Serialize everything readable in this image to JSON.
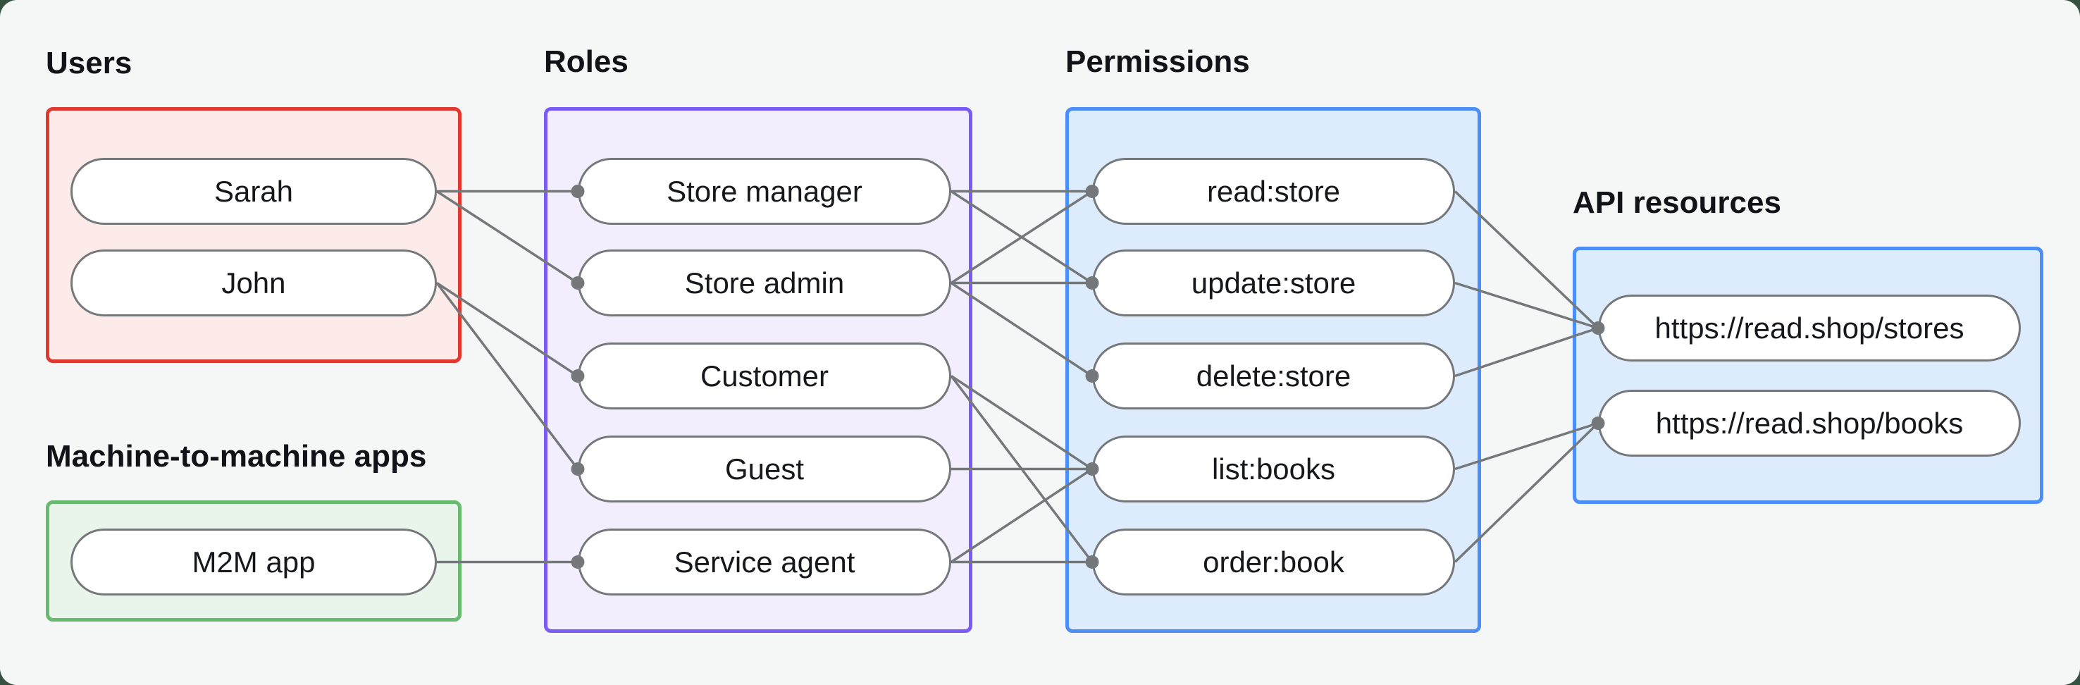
{
  "diagram": {
    "background": "#f5f7f6",
    "page_background": "#355241",
    "edge_color": "#75787b",
    "node_style": {
      "fill": "#ffffff",
      "border": "#75787b",
      "text_color": "#16181c"
    },
    "groups": [
      {
        "id": "users",
        "title": "Users",
        "border": "#e0392f",
        "fill": "#fcebe8"
      },
      {
        "id": "m2m",
        "title": "Machine-to-machine apps",
        "border": "#68ba6e",
        "fill": "#e9f5ea"
      },
      {
        "id": "roles",
        "title": "Roles",
        "border": "#7b5bf5",
        "fill": "#f3eefd"
      },
      {
        "id": "permissions",
        "title": "Permissions",
        "border": "#4b8ef7",
        "fill": "#ddecfd"
      },
      {
        "id": "resources",
        "title": "API resources",
        "border": "#4b8ef7",
        "fill": "#ddecfd"
      }
    ],
    "nodes": [
      {
        "id": "sarah",
        "group": "users",
        "label": "Sarah"
      },
      {
        "id": "john",
        "group": "users",
        "label": "John"
      },
      {
        "id": "m2m_app",
        "group": "m2m",
        "label": "M2M app"
      },
      {
        "id": "store_manager",
        "group": "roles",
        "label": "Store manager"
      },
      {
        "id": "store_admin",
        "group": "roles",
        "label": "Store admin"
      },
      {
        "id": "customer",
        "group": "roles",
        "label": "Customer"
      },
      {
        "id": "guest",
        "group": "roles",
        "label": "Guest"
      },
      {
        "id": "service_agent",
        "group": "roles",
        "label": "Service agent"
      },
      {
        "id": "read_store",
        "group": "permissions",
        "label": "read:store"
      },
      {
        "id": "update_store",
        "group": "permissions",
        "label": "update:store"
      },
      {
        "id": "delete_store",
        "group": "permissions",
        "label": "delete:store"
      },
      {
        "id": "list_books",
        "group": "permissions",
        "label": "list:books"
      },
      {
        "id": "order_book",
        "group": "permissions",
        "label": "order:book"
      },
      {
        "id": "stores_api",
        "group": "resources",
        "label": "https://read.shop/stores"
      },
      {
        "id": "books_api",
        "group": "resources",
        "label": "https://read.shop/books"
      }
    ],
    "edges": [
      {
        "from": "sarah",
        "to": "store_manager"
      },
      {
        "from": "sarah",
        "to": "store_admin"
      },
      {
        "from": "john",
        "to": "customer"
      },
      {
        "from": "john",
        "to": "guest"
      },
      {
        "from": "m2m_app",
        "to": "service_agent"
      },
      {
        "from": "store_manager",
        "to": "read_store"
      },
      {
        "from": "store_manager",
        "to": "update_store"
      },
      {
        "from": "store_admin",
        "to": "read_store"
      },
      {
        "from": "store_admin",
        "to": "update_store"
      },
      {
        "from": "store_admin",
        "to": "delete_store"
      },
      {
        "from": "customer",
        "to": "list_books"
      },
      {
        "from": "customer",
        "to": "order_book"
      },
      {
        "from": "guest",
        "to": "list_books"
      },
      {
        "from": "service_agent",
        "to": "list_books"
      },
      {
        "from": "service_agent",
        "to": "order_book"
      },
      {
        "from": "read_store",
        "to": "stores_api"
      },
      {
        "from": "update_store",
        "to": "stores_api"
      },
      {
        "from": "delete_store",
        "to": "stores_api"
      },
      {
        "from": "list_books",
        "to": "books_api"
      },
      {
        "from": "order_book",
        "to": "books_api"
      }
    ]
  }
}
